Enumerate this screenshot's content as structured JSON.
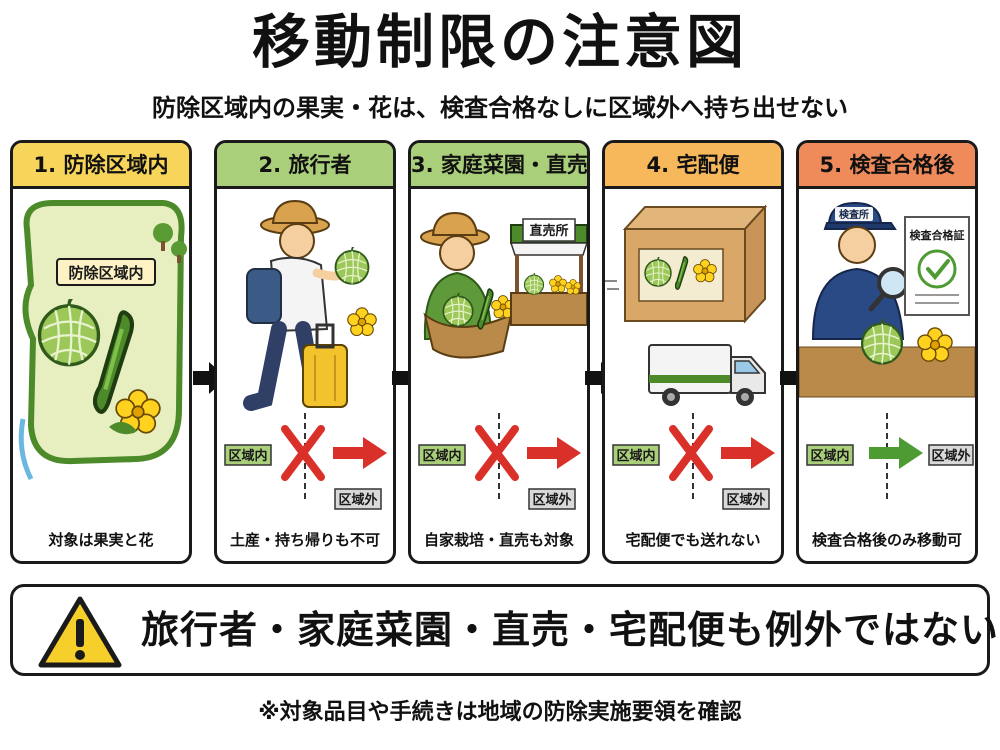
{
  "title": "移動制限の注意図",
  "subtitle": "防除区域内の果実・花は、検査合格なしに区域外へ持ち出せない",
  "colors": {
    "head_yellow": "#f7d55a",
    "head_green": "#a9cf7a",
    "head_orange": "#f6b85a",
    "head_red": "#ef8a5a",
    "cross_red": "#d9302a",
    "ok_green": "#4e9a33"
  },
  "panels": [
    {
      "heading": "1. 防除区域内",
      "caption": "対象は果実と花",
      "map_label": "防除区域内"
    },
    {
      "heading": "2. 旅行者",
      "caption": "土産・持ち帰りも不可",
      "inside_tag": "区域内",
      "outside_tag": "区域外"
    },
    {
      "heading": "3. 家庭菜園・直売",
      "caption": "自家栽培・直売も対象",
      "stall_sign": "直売所",
      "inside_tag": "区域内",
      "outside_tag": "区域外"
    },
    {
      "heading": "4. 宅配便",
      "caption": "宅配便でも送れない",
      "inside_tag": "区域内",
      "outside_tag": "区域外"
    },
    {
      "heading": "5. 検査合格後",
      "caption": "検査合格後のみ移動可",
      "cap_badge": "検査所",
      "certificate": "検査合格証",
      "inside_tag": "区域内",
      "outside_tag": "区域外"
    }
  ],
  "warning": {
    "icon": "warning-triangle-icon",
    "text": "旅行者・家庭菜園・直売・宅配便も例外ではない"
  },
  "footnote": "※対象品目や手続きは地域の防除実施要領を確認"
}
